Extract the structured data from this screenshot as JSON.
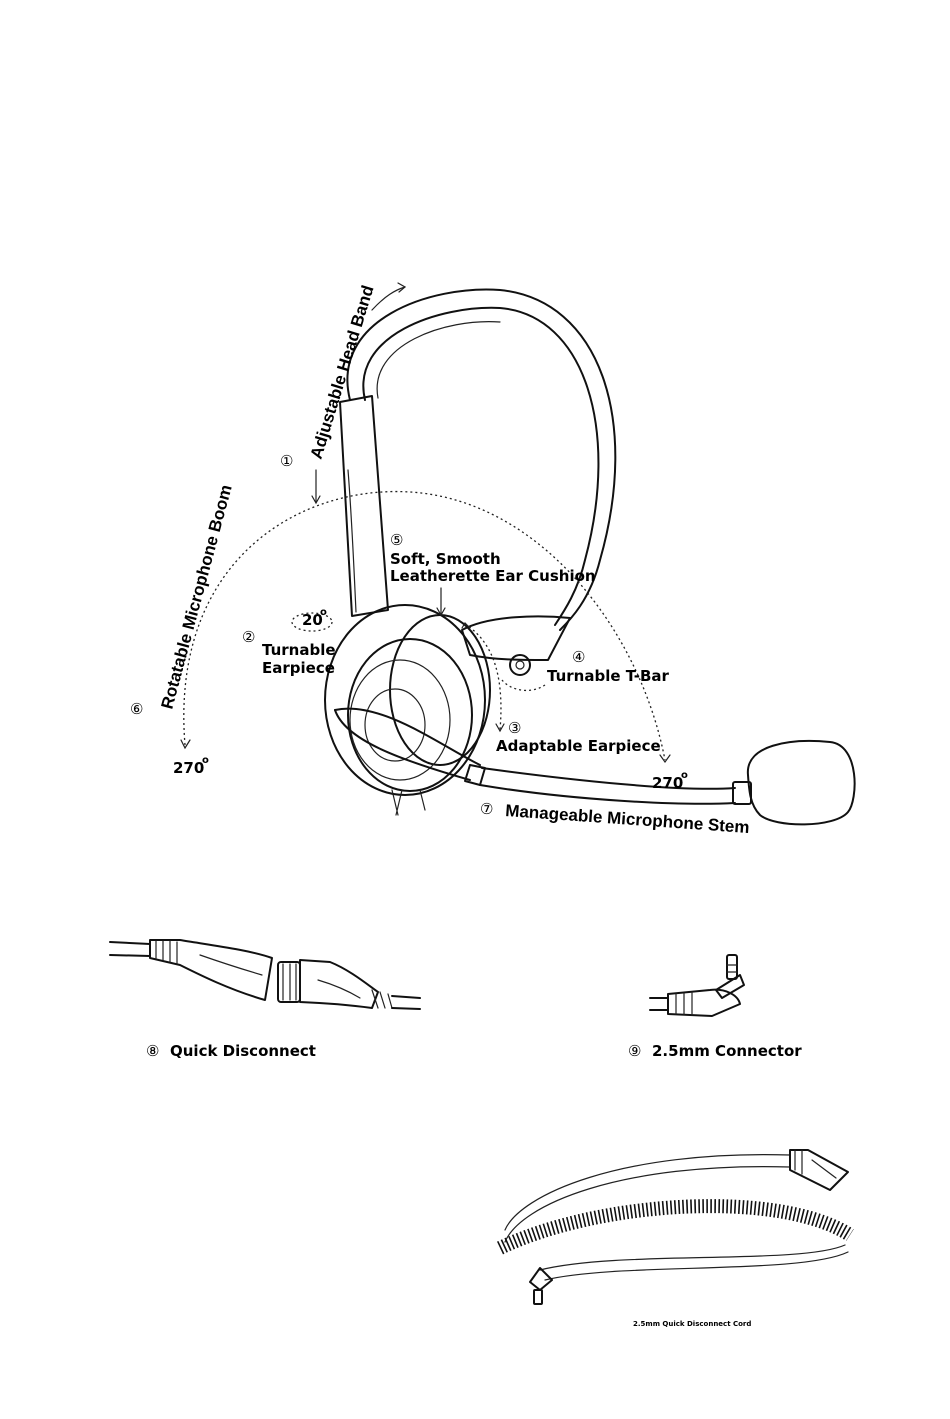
{
  "labels": {
    "band": {
      "num": "①",
      "text": "Adjustable Head Band"
    },
    "cushion": {
      "num": "⑤",
      "line1": "Soft, Smooth",
      "line2": "Leatherette Ear Cushion"
    },
    "boom": {
      "num": "⑥",
      "text": "Rotatable Microphone Boom"
    },
    "angle20": "20",
    "earpiece2": {
      "num": "②",
      "line1": "Turnable",
      "line2": "Earpiece"
    },
    "tbar": {
      "num": "④",
      "text": "Turnable T-Bar"
    },
    "adaptable": {
      "num": "③",
      "text": "Adaptable Earpiece"
    },
    "angle270_left": "270",
    "angle270_right": "270",
    "degree": "o",
    "stem": {
      "num": "⑦",
      "text": "Manageable Microphone Stem"
    },
    "quick": {
      "num": "⑧",
      "text": "Quick Disconnect"
    },
    "connector": {
      "num": "⑨",
      "text": "2.5mm Connector"
    },
    "cord": "2.5mm Quick Disconnect Cord"
  },
  "icons": [
    "headset-illustration",
    "quick-disconnect-illustration",
    "connector-plug-illustration",
    "coiled-cord-illustration"
  ]
}
